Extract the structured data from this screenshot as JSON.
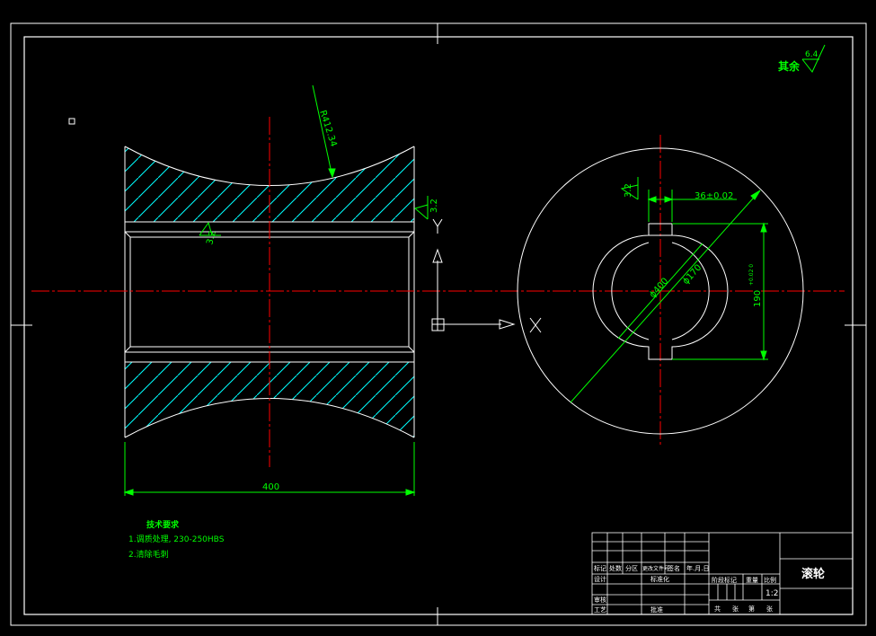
{
  "roughness_general": {
    "label": "其余",
    "value": "6.4"
  },
  "dimensions": {
    "radius_arc": "R412.34",
    "width": "400",
    "roughness_bore": "3.2",
    "roughness_face": "3.2",
    "roughness_keyway": "3.2",
    "keyway_width": "36±0.02",
    "bore_diameter": "ϕ170",
    "outer_diameter": "ϕ400",
    "keyway_depth": "190",
    "keyway_depth_tol": "+0.02\n0"
  },
  "ucs": {
    "x_label": "X",
    "y_label": "Y"
  },
  "tech_requirements": {
    "title": "技术要求",
    "items": [
      "1.调质处理, 230-250HBS",
      "2.清除毛刺"
    ]
  },
  "title_block": {
    "part_name": "滚轮",
    "scale": "1:2",
    "row_labels": [
      "标记",
      "处数",
      "分区",
      "更改文件号",
      "签名",
      "年.月.日"
    ],
    "designer": "设计",
    "standardization": "标准化",
    "checker": "审核",
    "process": "工艺",
    "approve": "批准",
    "stage_label": "阶段标记",
    "weight_label": "重量",
    "scale_label": "比例",
    "sheets_total": "共",
    "sheet_label": "张",
    "sheet_no": "第",
    "sheet_label2": "张"
  },
  "colors": {
    "background": "#000000",
    "outline": "#ffffff",
    "centerline": "#ff0000",
    "dimension": "#00ff00",
    "hatch": "#00ffff"
  }
}
